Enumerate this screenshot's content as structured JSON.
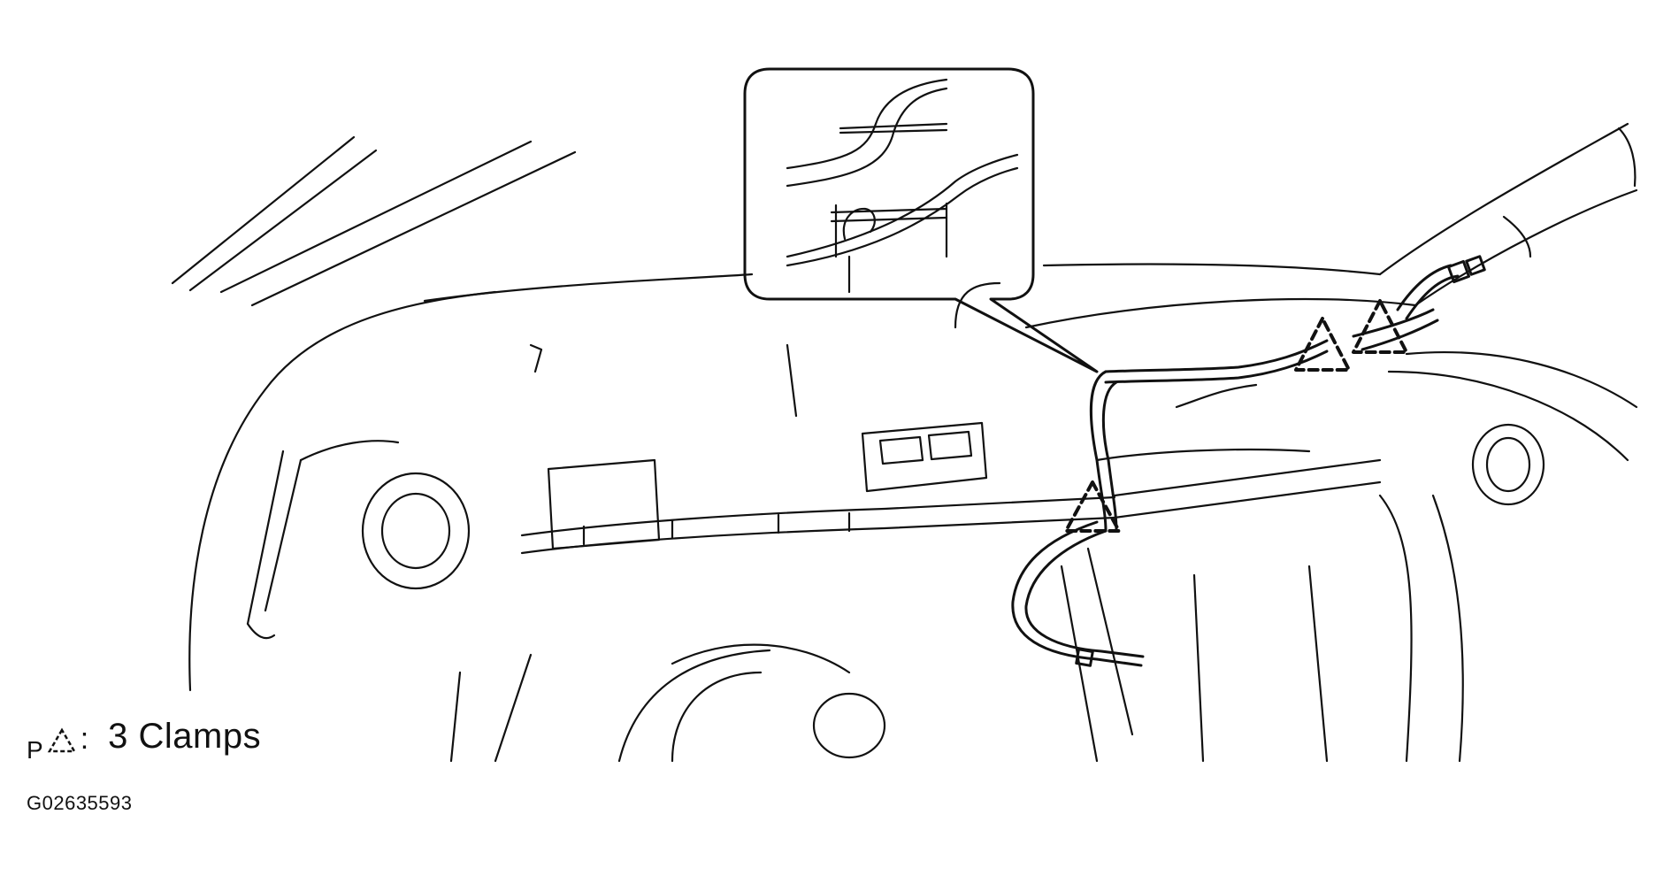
{
  "diagram": {
    "callout_labels": {
      "clamp_1": "",
      "clamp_2": "",
      "clamp_3": ""
    },
    "stroke_color": "#111111",
    "background_color": "#ffffff"
  },
  "legend": {
    "prefix": "P",
    "symbol": "dashed-triangle-clamp-icon",
    "separator": ":",
    "text": "3 Clamps"
  },
  "figure_code": "G02635593"
}
